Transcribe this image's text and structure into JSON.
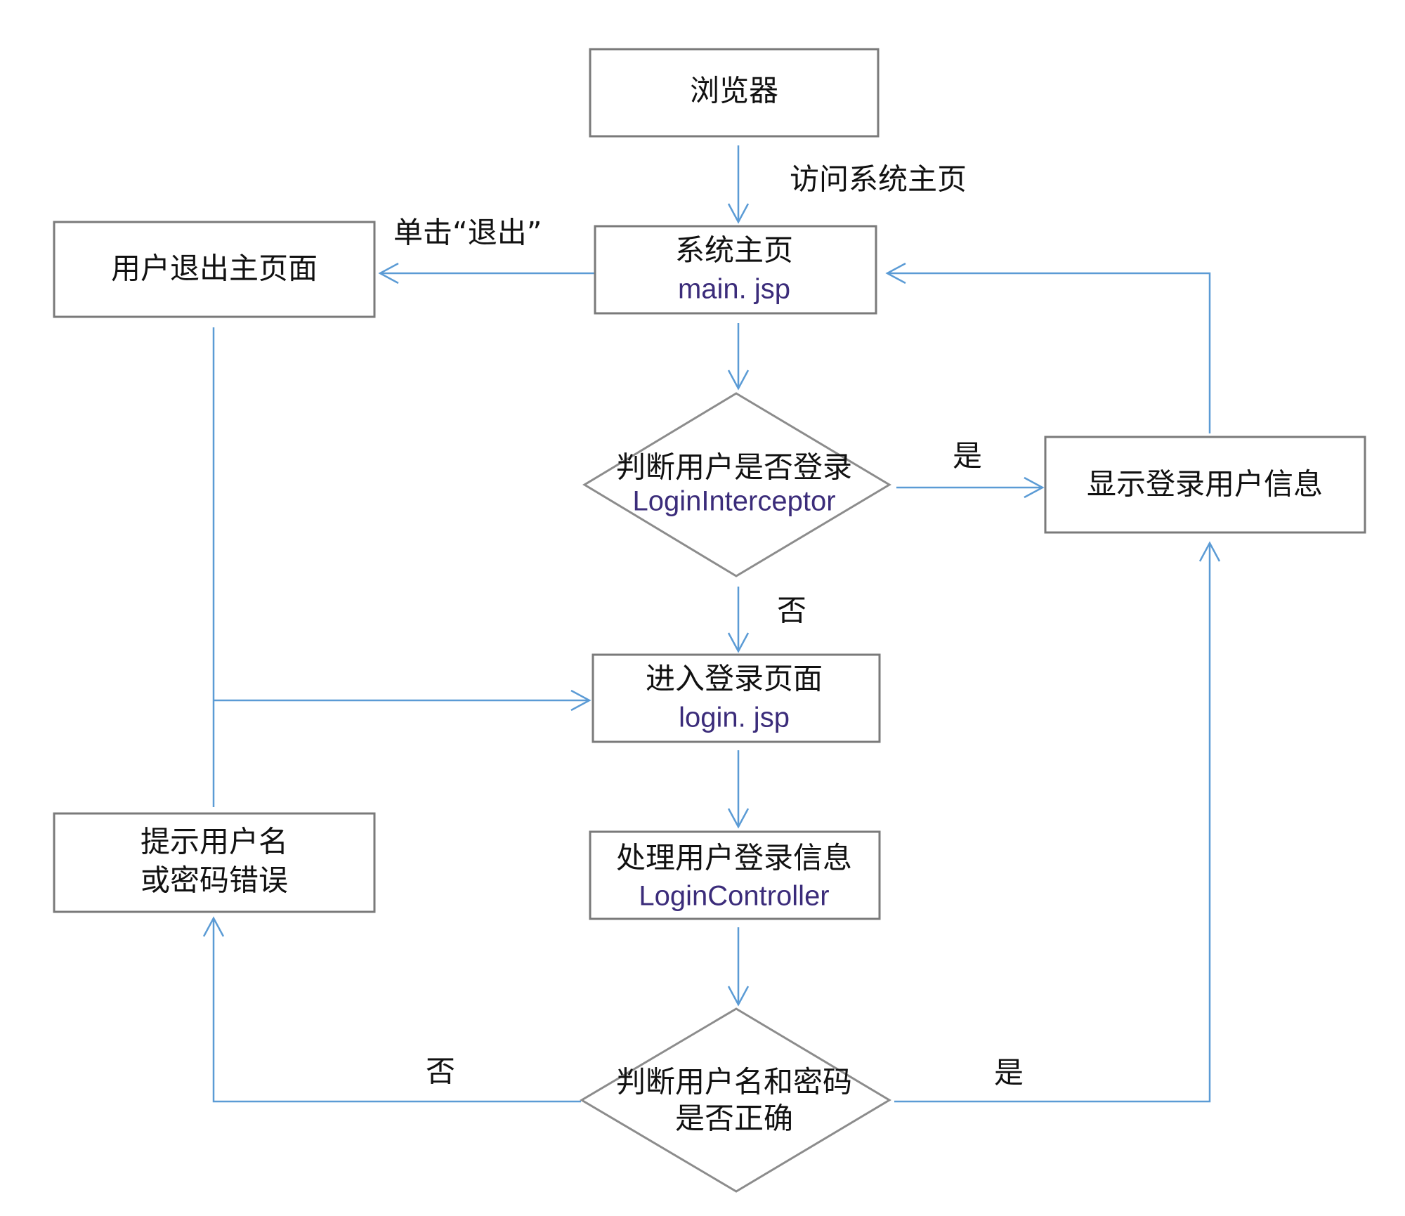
{
  "nodes": {
    "browser": {
      "line1": "浏览器"
    },
    "main_page": {
      "line1": "系统主页",
      "line2": "main. jsp"
    },
    "logout": {
      "line1": "用户退出主页面"
    },
    "check_login": {
      "line1": "判断用户是否登录",
      "line2": "LoginInterceptor"
    },
    "show_user": {
      "line1": "显示登录用户信息"
    },
    "login_page": {
      "line1": "进入登录页面",
      "line2": "login. jsp"
    },
    "process_login": {
      "line1": "处理用户登录信息",
      "line2": "LoginController"
    },
    "error_tip": {
      "line1": "提示用户名",
      "line2": "或密码错误"
    },
    "check_credentials": {
      "line1": "判断用户名和密码",
      "line2": "是否正确"
    }
  },
  "edge_labels": {
    "visit_home": "访问系统主页",
    "click_exit": "单击“退出”",
    "login_yes": "是",
    "login_no": "否",
    "cred_no": "否",
    "cred_yes": "是"
  },
  "colors": {
    "edge": "#5b9bd5",
    "box_border": "#7a7a7a",
    "english_text": "#3b2c7a"
  }
}
